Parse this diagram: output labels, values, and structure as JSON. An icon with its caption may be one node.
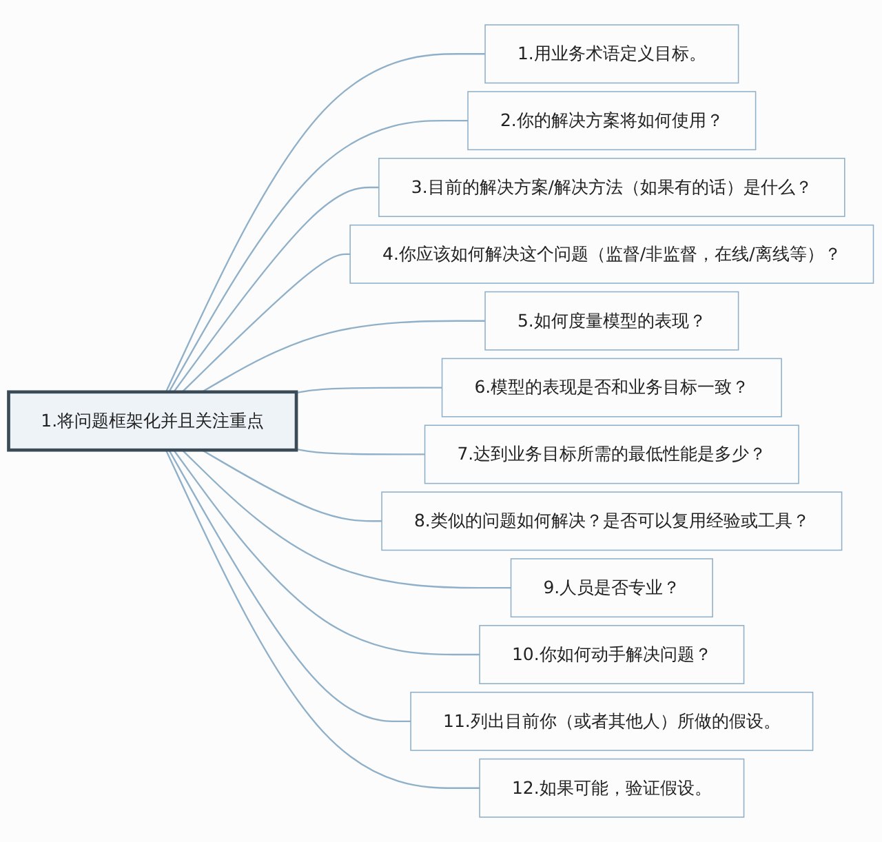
{
  "diagram": {
    "nodes": [
      {
        "text": [
          "1.将问题框架化并且关注重点"
        ]
      },
      {
        "text": [
          "1.用业务术语定义目标。"
        ]
      },
      {
        "text": [
          "2.你的解决方案将如何使用？"
        ]
      },
      {
        "text": [
          "3.目前的解决方案/解决方法（如果有的话）是什么？"
        ]
      },
      {
        "text": [
          "4.你应该如何解决这个问题（监督/非监督，在线/离线等）？"
        ]
      },
      {
        "text": [
          "5.如何度量模型的表现？"
        ]
      },
      {
        "text": [
          "6.模型的表现是否和业务目标一致？"
        ]
      },
      {
        "text": [
          "7.达到业务目标所需的最低性能是多少？"
        ]
      },
      {
        "text": [
          "8.类似的问题如何解决？是否可以复用经验或工具？"
        ]
      },
      {
        "text": [
          "9.人员是否专业？"
        ]
      },
      {
        "text": [
          "10.你如何动手解决问题？"
        ]
      },
      {
        "text": [
          "11.列出目前你（或者其他人）所做的假设。"
        ]
      },
      {
        "text": [
          "12.如果可能，验证假设。"
        ]
      }
    ],
    "edges": [
      {
        "from": 0,
        "to": 1,
        "arrow": "none"
      },
      {
        "from": 0,
        "to": 2,
        "arrow": "none"
      },
      {
        "from": 0,
        "to": 3,
        "arrow": "none"
      },
      {
        "from": 0,
        "to": 4,
        "arrow": "none"
      },
      {
        "from": 0,
        "to": 5,
        "arrow": "none"
      },
      {
        "from": 0,
        "to": 6,
        "arrow": "none"
      },
      {
        "from": 0,
        "to": 7,
        "arrow": "none"
      },
      {
        "from": 0,
        "to": 8,
        "arrow": "none"
      },
      {
        "from": 0,
        "to": 9,
        "arrow": "none"
      },
      {
        "from": 0,
        "to": 10,
        "arrow": "none"
      },
      {
        "from": 0,
        "to": 11,
        "arrow": "none"
      },
      {
        "from": 0,
        "to": 12,
        "arrow": "none"
      }
    ]
  }
}
